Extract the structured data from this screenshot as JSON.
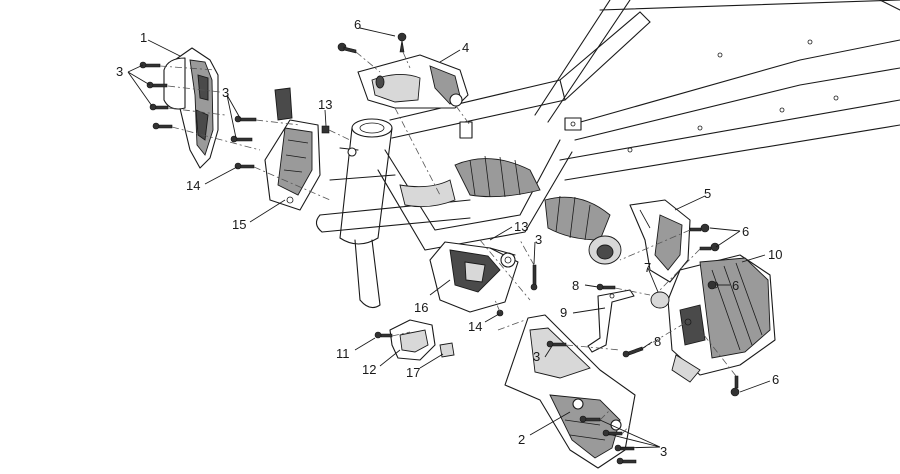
{
  "callouts": [
    {
      "id": "c1",
      "text": "1"
    },
    {
      "id": "c3a",
      "text": "3"
    },
    {
      "id": "c3b",
      "text": "3"
    },
    {
      "id": "c3c",
      "text": "3"
    },
    {
      "id": "c3d",
      "text": "3"
    },
    {
      "id": "c3e",
      "text": "3"
    },
    {
      "id": "c4",
      "text": "4"
    },
    {
      "id": "c6a",
      "text": "6"
    },
    {
      "id": "c13a",
      "text": "13"
    },
    {
      "id": "c14a",
      "text": "14"
    },
    {
      "id": "c15",
      "text": "15"
    },
    {
      "id": "c5",
      "text": "5"
    },
    {
      "id": "c6b",
      "text": "6"
    },
    {
      "id": "c10",
      "text": "10"
    },
    {
      "id": "c6c",
      "text": "6"
    },
    {
      "id": "c13b",
      "text": "13"
    },
    {
      "id": "c16",
      "text": "16"
    },
    {
      "id": "c14b",
      "text": "14"
    },
    {
      "id": "c7",
      "text": "7"
    },
    {
      "id": "c8a",
      "text": "8"
    },
    {
      "id": "c9",
      "text": "9"
    },
    {
      "id": "c8b",
      "text": "8"
    },
    {
      "id": "c11",
      "text": "11"
    },
    {
      "id": "c12",
      "text": "12"
    },
    {
      "id": "c17",
      "text": "17"
    },
    {
      "id": "c2",
      "text": "2"
    },
    {
      "id": "c6d",
      "text": "6"
    }
  ]
}
